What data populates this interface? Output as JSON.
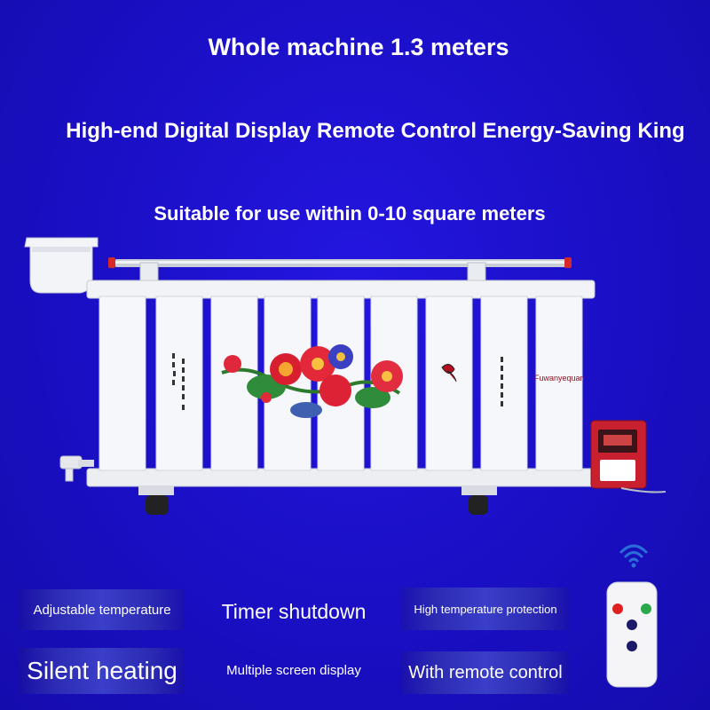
{
  "headlines": {
    "length": "Whole machine 1.3 meters",
    "tagline": "High-end Digital Display Remote Control Energy-Saving King",
    "area": "Suitable for use within 0-10 square meters"
  },
  "brand_label": "Fuwanyequan",
  "features": {
    "adjustable": "Adjustable temperature",
    "timer": "Timer shutdown",
    "protection": "High temperature protection",
    "silent": "Silent heating",
    "multiscreen": "Multiple screen display",
    "remote": "With remote control"
  },
  "icons": {
    "wifi": "wifi-icon",
    "remote": "remote-control-icon",
    "heater": "radiator-heater-illustration"
  },
  "colors": {
    "background": "#1a10c8",
    "feature_box": "#3a3ec8",
    "remote_power": "#e02020",
    "remote_ok": "#2aa84a",
    "wifi": "#2a6fd8"
  }
}
